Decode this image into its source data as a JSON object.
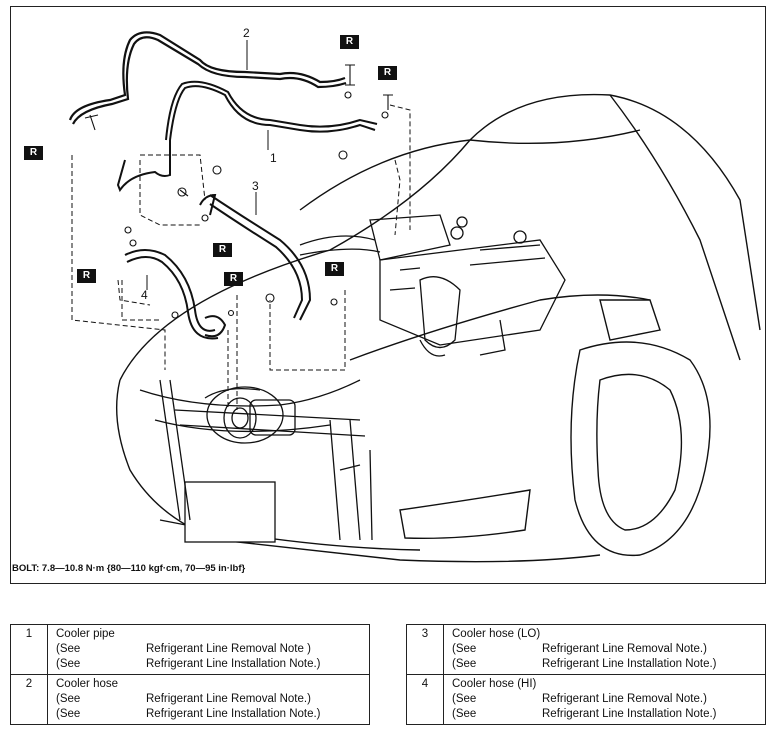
{
  "diagram": {
    "callouts": [
      "1",
      "2",
      "3",
      "4"
    ],
    "badge_text": "R",
    "bolt_note": "BOLT: 7.8—10.8 N·m {80—110 kgf·cm, 70—95 in·lbf}"
  },
  "legend": {
    "left": [
      {
        "num": "1",
        "title": "Cooler pipe",
        "see1": "(See",
        "ref1": "Refrigerant Line Removal Note )",
        "see2": "(See",
        "ref2": "Refrigerant Line Installation Note.)"
      },
      {
        "num": "2",
        "title": "Cooler hose",
        "see1": "(See",
        "ref1": "Refrigerant Line Removal Note.)",
        "see2": "(See",
        "ref2": "Refrigerant Line Installation Note.)"
      }
    ],
    "right": [
      {
        "num": "3",
        "title": "Cooler hose (LO)",
        "see1": "(See",
        "ref1": "Refrigerant Line Removal Note.)",
        "see2": "(See",
        "ref2": "Refrigerant Line Installation Note.)"
      },
      {
        "num": "4",
        "title": "Cooler hose (HI)",
        "see1": "(See",
        "ref1": "Refrigerant Line Removal Note.)",
        "see2": "(See",
        "ref2": "Refrigerant Line Installation Note.)"
      }
    ]
  }
}
